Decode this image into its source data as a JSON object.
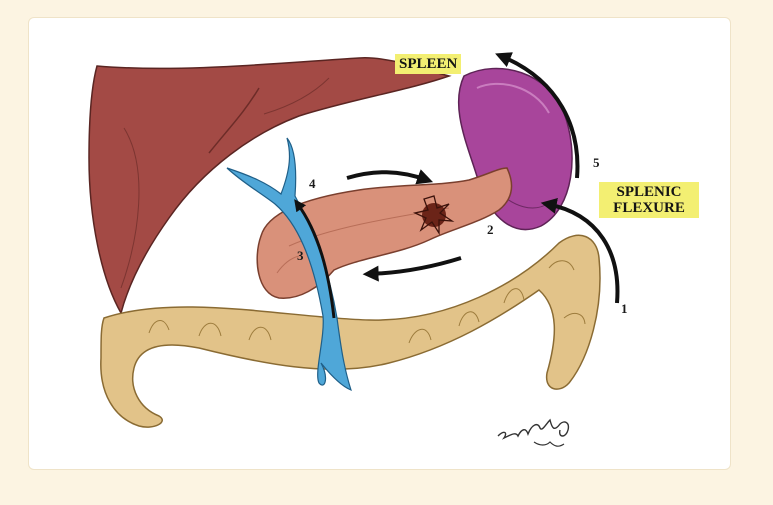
{
  "labels": {
    "spleen": "SPLEEN",
    "splenic_flexure": "SPLENIC\nFLEXURE"
  },
  "steps": [
    "1",
    "2",
    "3",
    "4",
    "5"
  ],
  "colors": {
    "page_background": "#fcf4e2",
    "label_highlight": "#f3ef72",
    "liver": "#a34a45",
    "spleen": "#a8459b",
    "pancreas": "#d9917a",
    "colon": "#e2c389",
    "vein": "#4fa7d8",
    "tumor": "#6b2418",
    "arrows": "#111111"
  }
}
